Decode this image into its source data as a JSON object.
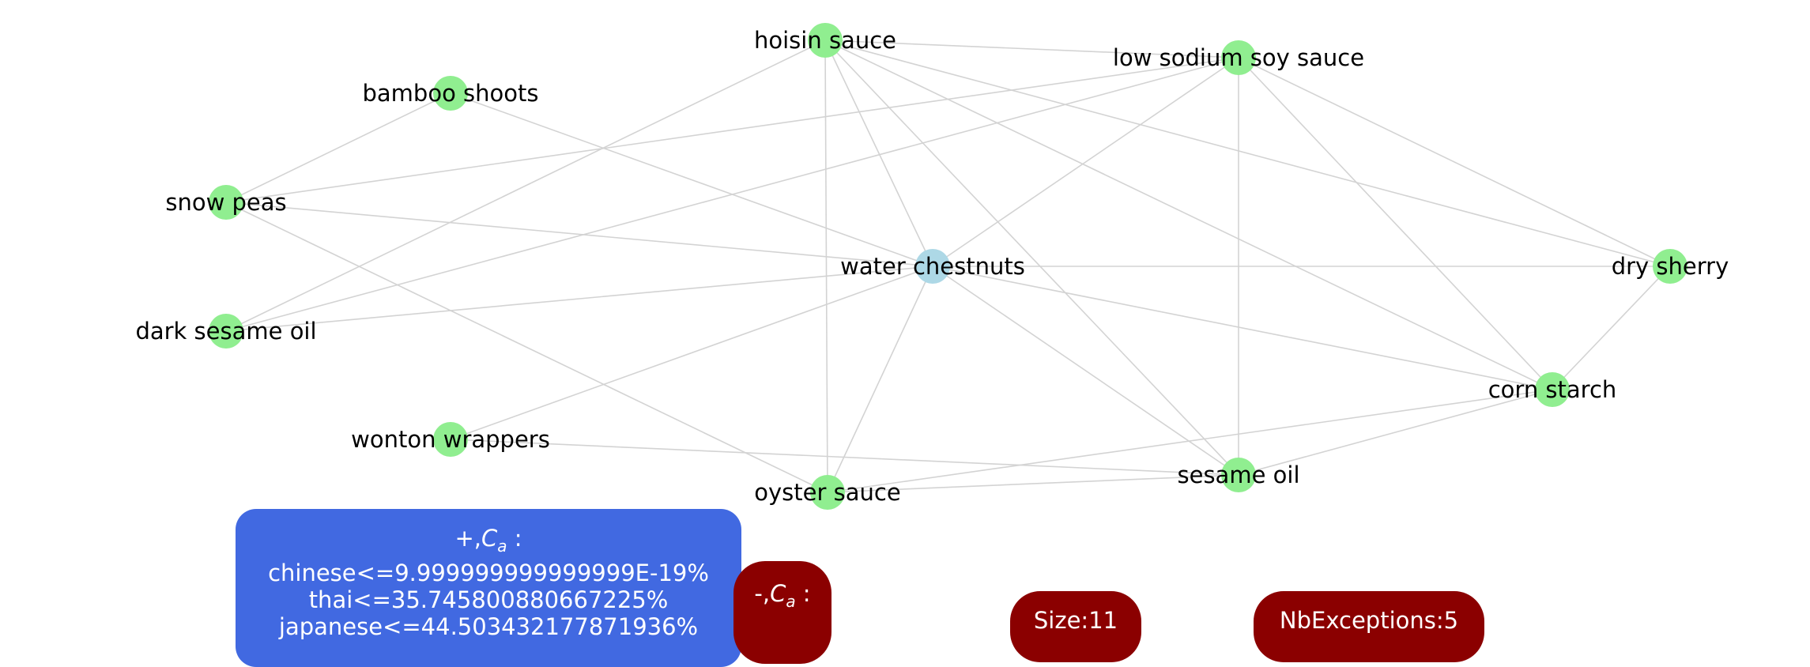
{
  "graph": {
    "center": "water chestnuts",
    "center_color": "#add8e6",
    "node_color": "#90ee90",
    "edge_color": "#d3d3d3",
    "nodes": [
      "hoisin sauce",
      "low sodium soy sauce",
      "bamboo shoots",
      "snow peas",
      "water chestnuts",
      "dry sherry",
      "dark sesame oil",
      "corn starch",
      "wonton wrappers",
      "sesame oil",
      "oyster sauce"
    ],
    "edges": [
      [
        "hoisin sauce",
        "low sodium soy sauce"
      ],
      [
        "hoisin sauce",
        "water chestnuts"
      ],
      [
        "hoisin sauce",
        "oyster sauce"
      ],
      [
        "hoisin sauce",
        "sesame oil"
      ],
      [
        "hoisin sauce",
        "corn starch"
      ],
      [
        "hoisin sauce",
        "dry sherry"
      ],
      [
        "hoisin sauce",
        "dark sesame oil"
      ],
      [
        "low sodium soy sauce",
        "snow peas"
      ],
      [
        "low sodium soy sauce",
        "dark sesame oil"
      ],
      [
        "low sodium soy sauce",
        "water chestnuts"
      ],
      [
        "low sodium soy sauce",
        "sesame oil"
      ],
      [
        "low sodium soy sauce",
        "corn starch"
      ],
      [
        "low sodium soy sauce",
        "dry sherry"
      ],
      [
        "bamboo shoots",
        "snow peas"
      ],
      [
        "bamboo shoots",
        "water chestnuts"
      ],
      [
        "snow peas",
        "water chestnuts"
      ],
      [
        "snow peas",
        "oyster sauce"
      ],
      [
        "dark sesame oil",
        "water chestnuts"
      ],
      [
        "wonton wrappers",
        "water chestnuts"
      ],
      [
        "wonton wrappers",
        "sesame oil"
      ],
      [
        "water chestnuts",
        "dry sherry"
      ],
      [
        "water chestnuts",
        "corn starch"
      ],
      [
        "water chestnuts",
        "sesame oil"
      ],
      [
        "water chestnuts",
        "oyster sauce"
      ],
      [
        "dry sherry",
        "corn starch"
      ],
      [
        "corn starch",
        "sesame oil"
      ],
      [
        "corn starch",
        "oyster sauce"
      ],
      [
        "oyster sauce",
        "sesame oil"
      ]
    ]
  },
  "positive_box": {
    "prefix": "+,",
    "ca_letter": "C",
    "ca_sub": "a",
    "colon": " :",
    "lines": [
      "chinese<=9.999999999999999E-19%",
      "thai<=35.745800880667225%",
      "japanese<=44.503432177871936%"
    ],
    "color": "#4169e1"
  },
  "negative_box": {
    "prefix": "-,",
    "ca_letter": "C",
    "ca_sub": "a",
    "colon": " :",
    "color": "#8b0000"
  },
  "size_label": "Size:11",
  "exceptions_label": "NbExceptions:5"
}
